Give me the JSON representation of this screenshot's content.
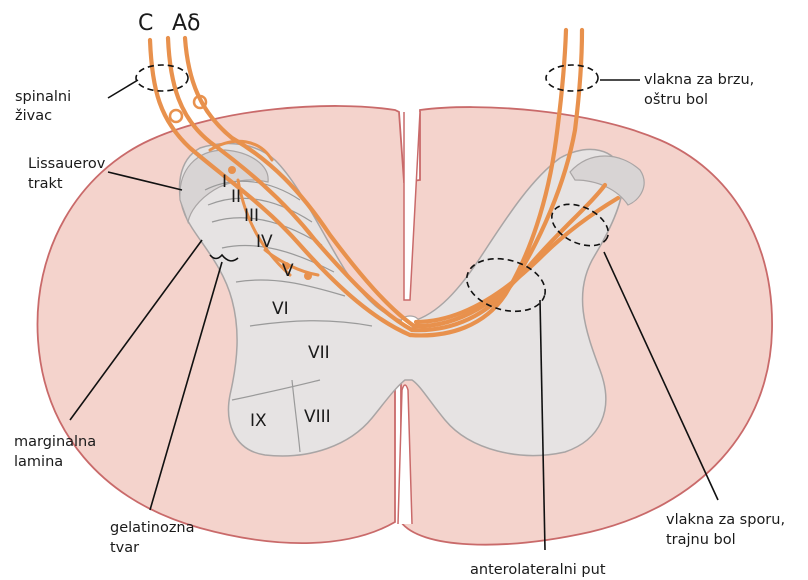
{
  "labels": {
    "c": "C",
    "a_delta": "Aδ",
    "spinal_nerve": [
      "spinalni",
      "živac"
    ],
    "lissauer": [
      "Lissauerov",
      "trakt"
    ],
    "fast_fibers": [
      "vlakna za brzu,",
      "oštru bol"
    ],
    "marginal": [
      "marginalna",
      "lamina"
    ],
    "gelatinous": [
      "gelatinozna",
      "tvar"
    ],
    "slow_fibers": [
      "vlakna za sporu,",
      "trajnu bol"
    ],
    "anterolateral": "anterolateralni put"
  },
  "laminae": [
    "I",
    "II",
    "III",
    "IV",
    "V",
    "VI",
    "VII",
    "VIII",
    "IX"
  ],
  "colors": {
    "white_matter": "#f4d3cc",
    "white_matter_edge": "#c96a6a",
    "grey_matter": "#e6e3e3",
    "grey_edge": "#a9a5a5",
    "fiber": "#e8914d"
  }
}
